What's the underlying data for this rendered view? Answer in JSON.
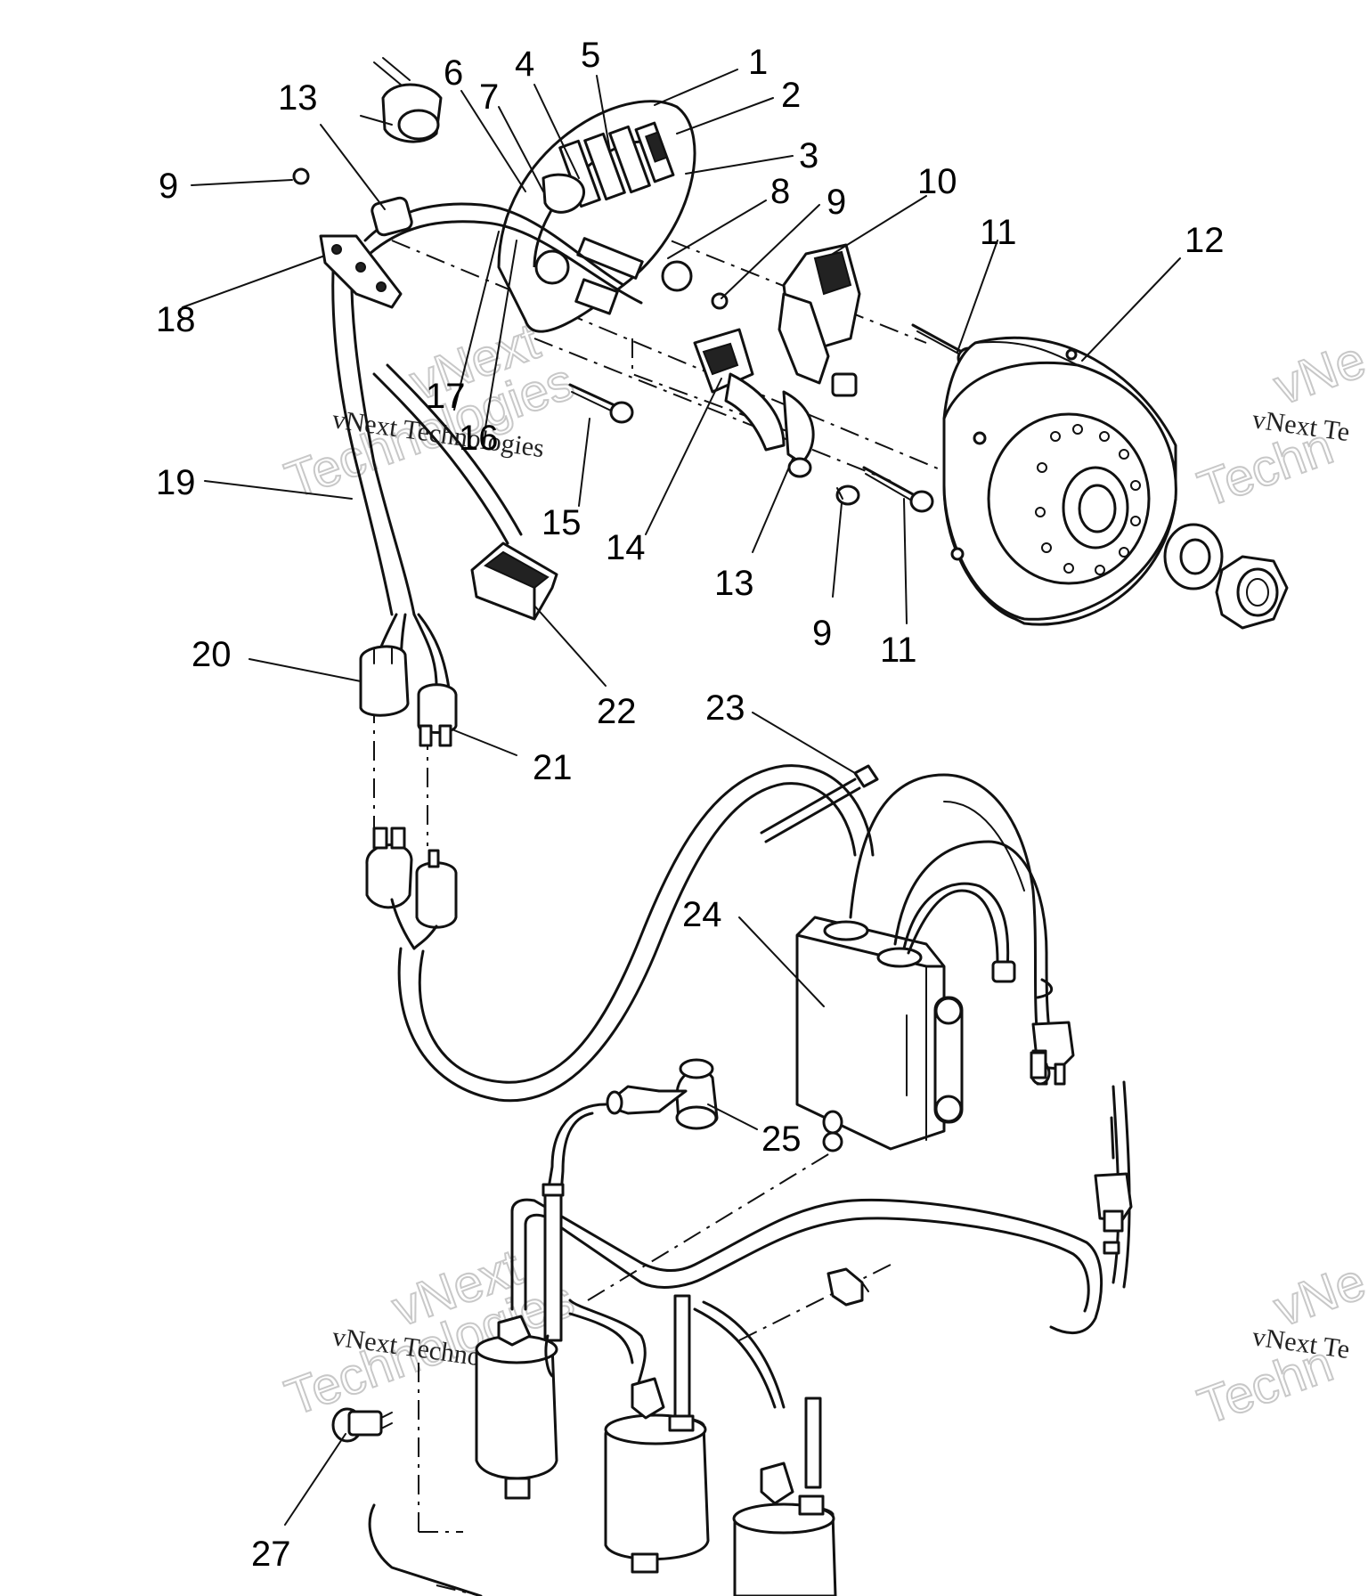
{
  "callouts": [
    {
      "id": "c1",
      "text": "1"
    },
    {
      "id": "c2",
      "text": "2"
    },
    {
      "id": "c3",
      "text": "3"
    },
    {
      "id": "c4",
      "text": "4"
    },
    {
      "id": "c5",
      "text": "5"
    },
    {
      "id": "c6",
      "text": "6"
    },
    {
      "id": "c7",
      "text": "7"
    },
    {
      "id": "c8",
      "text": "8"
    },
    {
      "id": "c9a",
      "text": "9"
    },
    {
      "id": "c9b",
      "text": "9"
    },
    {
      "id": "c9c",
      "text": "9"
    },
    {
      "id": "c10",
      "text": "10"
    },
    {
      "id": "c11a",
      "text": "11"
    },
    {
      "id": "c11b",
      "text": "11"
    },
    {
      "id": "c12",
      "text": "12"
    },
    {
      "id": "c13a",
      "text": "13"
    },
    {
      "id": "c13b",
      "text": "13"
    },
    {
      "id": "c14",
      "text": "14"
    },
    {
      "id": "c15",
      "text": "15"
    },
    {
      "id": "c16",
      "text": "16"
    },
    {
      "id": "c17",
      "text": "17"
    },
    {
      "id": "c18",
      "text": "18"
    },
    {
      "id": "c19",
      "text": "19"
    },
    {
      "id": "c20",
      "text": "20"
    },
    {
      "id": "c21",
      "text": "21"
    },
    {
      "id": "c22",
      "text": "22"
    },
    {
      "id": "c23",
      "text": "23"
    },
    {
      "id": "c24",
      "text": "24"
    },
    {
      "id": "c25",
      "text": "25"
    },
    {
      "id": "c27",
      "text": "27"
    }
  ],
  "watermark": {
    "brand": "vNext",
    "company": "vNext Technologies",
    "company_short": "vNext Te",
    "word": "Technologies",
    "word_short": "Techn",
    "brand_short": "vNe"
  },
  "colors": {
    "line": "#111111",
    "background": "#ffffff",
    "watermark": "#c8c8c8"
  }
}
